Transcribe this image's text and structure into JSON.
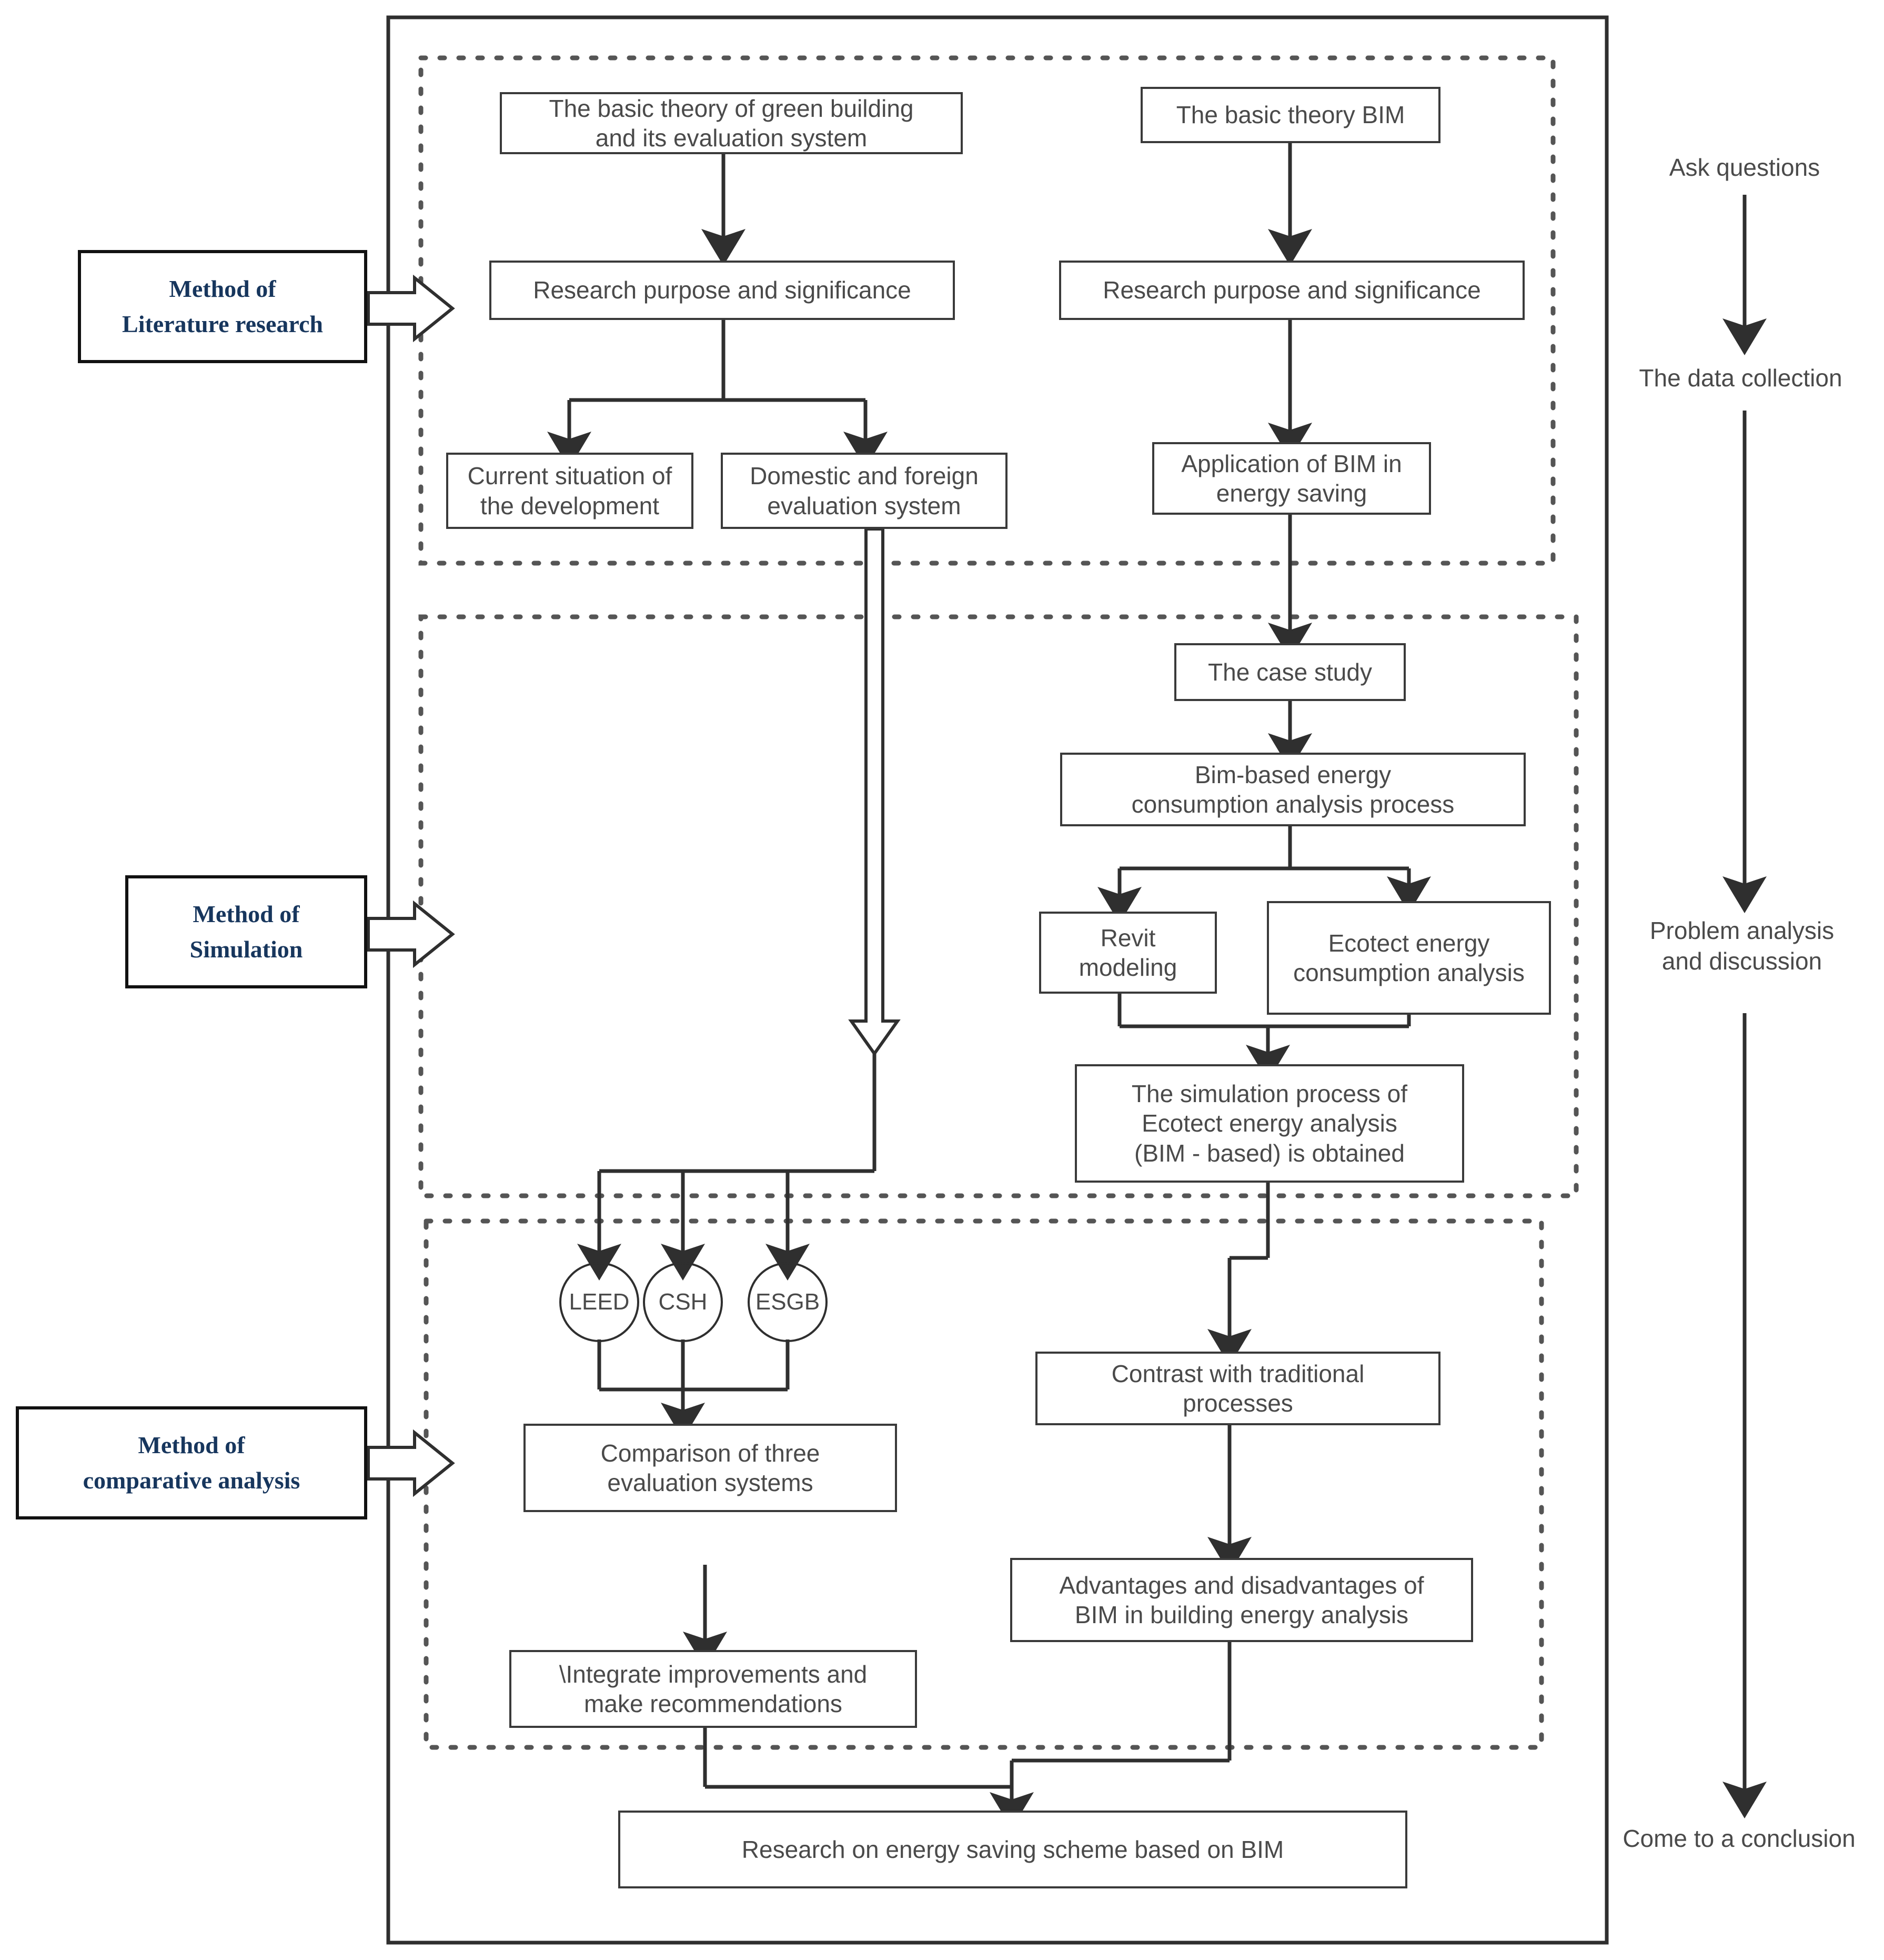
{
  "diagram": {
    "title": "Research methodology flowchart for BIM-based green building energy saving study",
    "colors": {
      "box_border": "#3a3a3a",
      "label_border": "#111111",
      "label_text": "#17365d",
      "node_text": "#4a4a4a",
      "connector": "#2f2f2f",
      "section_dash": "#555555",
      "background": "#ffffff"
    }
  },
  "method_labels": [
    {
      "id": "literature",
      "text": "Method of\nLiterature research"
    },
    {
      "id": "simulation",
      "text": "Method of\nSimulation"
    },
    {
      "id": "comparative",
      "text": "Method of\ncomparative analysis"
    }
  ],
  "sections": [
    {
      "id": "literature-section",
      "style": "dotted"
    },
    {
      "id": "simulation-section",
      "style": "dotted"
    },
    {
      "id": "comparative-section",
      "style": "dotted"
    }
  ],
  "nodes": {
    "basic_theory_green": "The basic theory of green building\nand its evaluation system",
    "research_purpose_left": "Research purpose and significance",
    "current_situation": "Current situation of\nthe development",
    "domestic_foreign": "Domestic and foreign\nevaluation system",
    "basic_theory_bim": "The basic theory BIM",
    "research_purpose_right": "Research purpose and significance",
    "application_bim": "Application of BIM in\nenergy saving",
    "case_study": "The case study",
    "bim_based_process": "Bim-based energy\nconsumption analysis process",
    "revit_modeling": "Revit\nmodeling",
    "ecotect_analysis": "Ecotect energy\nconsumption analysis",
    "simulation_process": "The simulation process of\nEcotect energy analysis\n(BIM - based) is obtained",
    "comparison_three": "Comparison of three\nevaluation systems",
    "integrate_improvements": "\\Integrate improvements and\nmake recommendations",
    "contrast_traditional": "Contrast with traditional\nprocesses",
    "advantages_disadvantages": "Advantages and disadvantages of\nBIM in building energy analysis",
    "final_research": "Research on energy saving scheme based on BIM"
  },
  "evaluation_circles": [
    {
      "id": "leed",
      "label": "LEED"
    },
    {
      "id": "csh",
      "label": "CSH"
    },
    {
      "id": "esgb",
      "label": "ESGB"
    }
  ],
  "stage_timeline": [
    {
      "id": "ask-questions",
      "text": "Ask questions"
    },
    {
      "id": "data-collection",
      "text": "The data collection"
    },
    {
      "id": "problem-analysis",
      "text": "Problem analysis\nand discussion"
    },
    {
      "id": "conclusion",
      "text": "Come to a conclusion"
    }
  ]
}
